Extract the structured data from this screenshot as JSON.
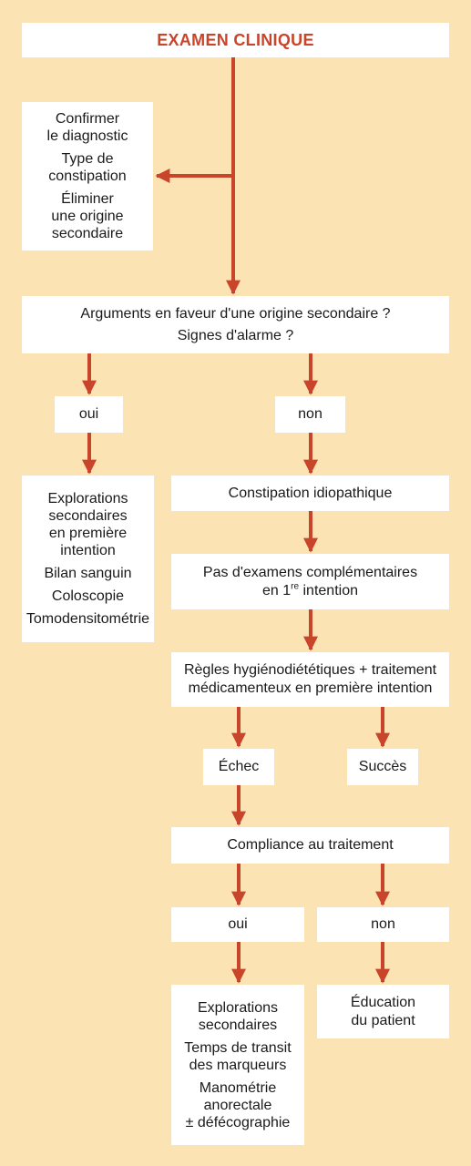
{
  "colors": {
    "background": "#fce3b4",
    "box": "#ffffff",
    "arrow": "#c8442a",
    "title": "#c8442a"
  },
  "title": "EXAMEN CLINIQUE",
  "left_box": {
    "l1": "Confirmer",
    "l2": "le diagnostic",
    "l3": "Type de",
    "l4": "constipation",
    "l5": "Éliminer",
    "l6": "une origine",
    "l7": "secondaire"
  },
  "question": {
    "l1": "Arguments en faveur d'une origine secondaire ?",
    "l2": "Signes d'alarme ?"
  },
  "oui1": "oui",
  "non1": "non",
  "explorations1": {
    "l1": "Explorations",
    "l2": "secondaires",
    "l3": "en première",
    "l4": "intention",
    "l5": "Bilan sanguin",
    "l6": "Coloscopie",
    "l7": "Tomodensitométrie"
  },
  "idiopathique": "Constipation idiopathique",
  "pas_examens": {
    "l1": "Pas d'examens complémentaires",
    "l2_pre": "en 1",
    "l2_sup": "re",
    "l2_post": " intention"
  },
  "regles": {
    "l1": "Règles hygiénodiététiques + traitement",
    "l2": "médicamenteux en première intention"
  },
  "echec": "Échec",
  "succes": "Succès",
  "compliance": "Compliance au traitement",
  "oui2": "oui",
  "non2": "non",
  "explorations2": {
    "l1": "Explorations",
    "l2": "secondaires",
    "l3": "Temps de transit",
    "l4": "des marqueurs",
    "l5": "Manométrie",
    "l6": "anorectale",
    "l7": "± défécographie"
  },
  "education": {
    "l1": "Éducation",
    "l2": "du patient"
  }
}
